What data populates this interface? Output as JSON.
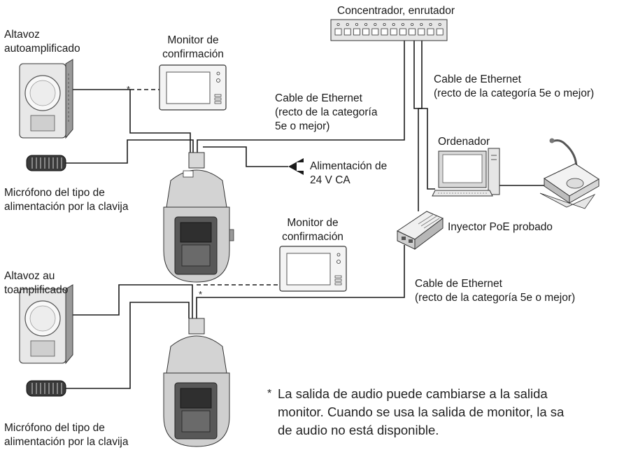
{
  "labels": {
    "hub": "Concentrador, enrutador",
    "speaker1": [
      "Altavoz",
      "autoamplificado"
    ],
    "monitor1": [
      "Monitor de",
      "confirmación"
    ],
    "eth1": [
      "Cable de Ethernet",
      "(recto de la categoría",
      "5e o mejor)"
    ],
    "eth2": [
      "Cable de Ethernet",
      "(recto de la categoría 5e o mejor)"
    ],
    "pc": "Ordenador",
    "power": [
      "Alimentación de",
      "24 V CA"
    ],
    "mic1": [
      "Micrófono del tipo de",
      "alimentación por la clavija"
    ],
    "poe": "Inyector PoE probado",
    "monitor2": [
      "Monitor de",
      "confirmación"
    ],
    "speaker2": [
      "Altavoz au",
      "toamplificado"
    ],
    "eth3": [
      "Cable de Ethernet",
      "(recto de la categoría 5e o mejor)"
    ],
    "mic2": [
      "Micrófono del tipo de",
      "alimentación por la clavija"
    ]
  },
  "asterisk": "*",
  "note": [
    "La salida de audio puede cambiarse a la salida",
    "monitor. Cuando se usa la salida de monitor, la sa",
    "de audio no está disponible."
  ],
  "icons": [
    "hub-icon",
    "speaker-icon",
    "monitor-icon",
    "camera-icon",
    "microphone-icon",
    "computer-icon",
    "control-pad-icon",
    "poe-injector-icon",
    "power-arrow-icon"
  ]
}
